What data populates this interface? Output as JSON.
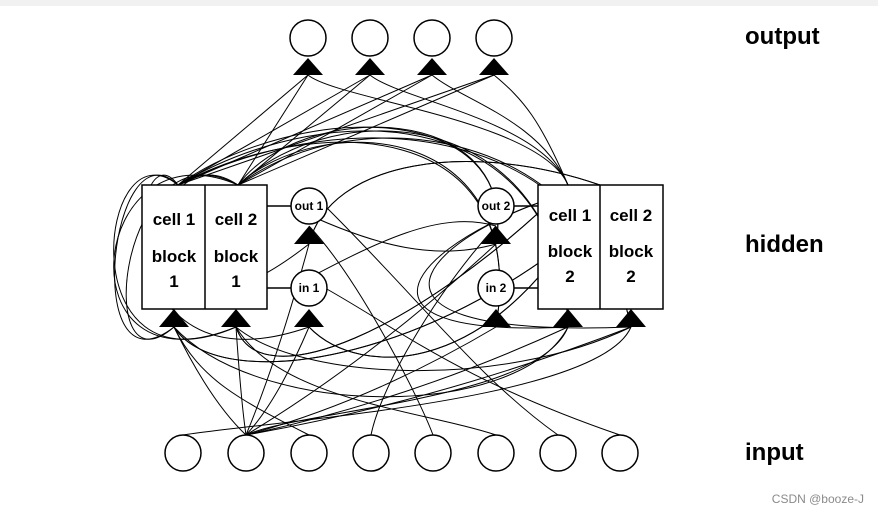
{
  "layers": {
    "output": "output",
    "hidden": "hidden",
    "input": "input"
  },
  "block1": {
    "cell1_label": "cell 1",
    "cell2_label": "cell 2",
    "block_word": "block",
    "block_num": "1"
  },
  "block2": {
    "cell1_label": "cell 1",
    "cell2_label": "cell 2",
    "block_word": "block",
    "block_num": "2"
  },
  "gates": {
    "out1": "out 1",
    "in1": "in 1",
    "out2": "out 2",
    "in2": "in 2"
  },
  "counts": {
    "output_units": 4,
    "input_units": 8
  },
  "watermark": "CSDN @booze-J"
}
